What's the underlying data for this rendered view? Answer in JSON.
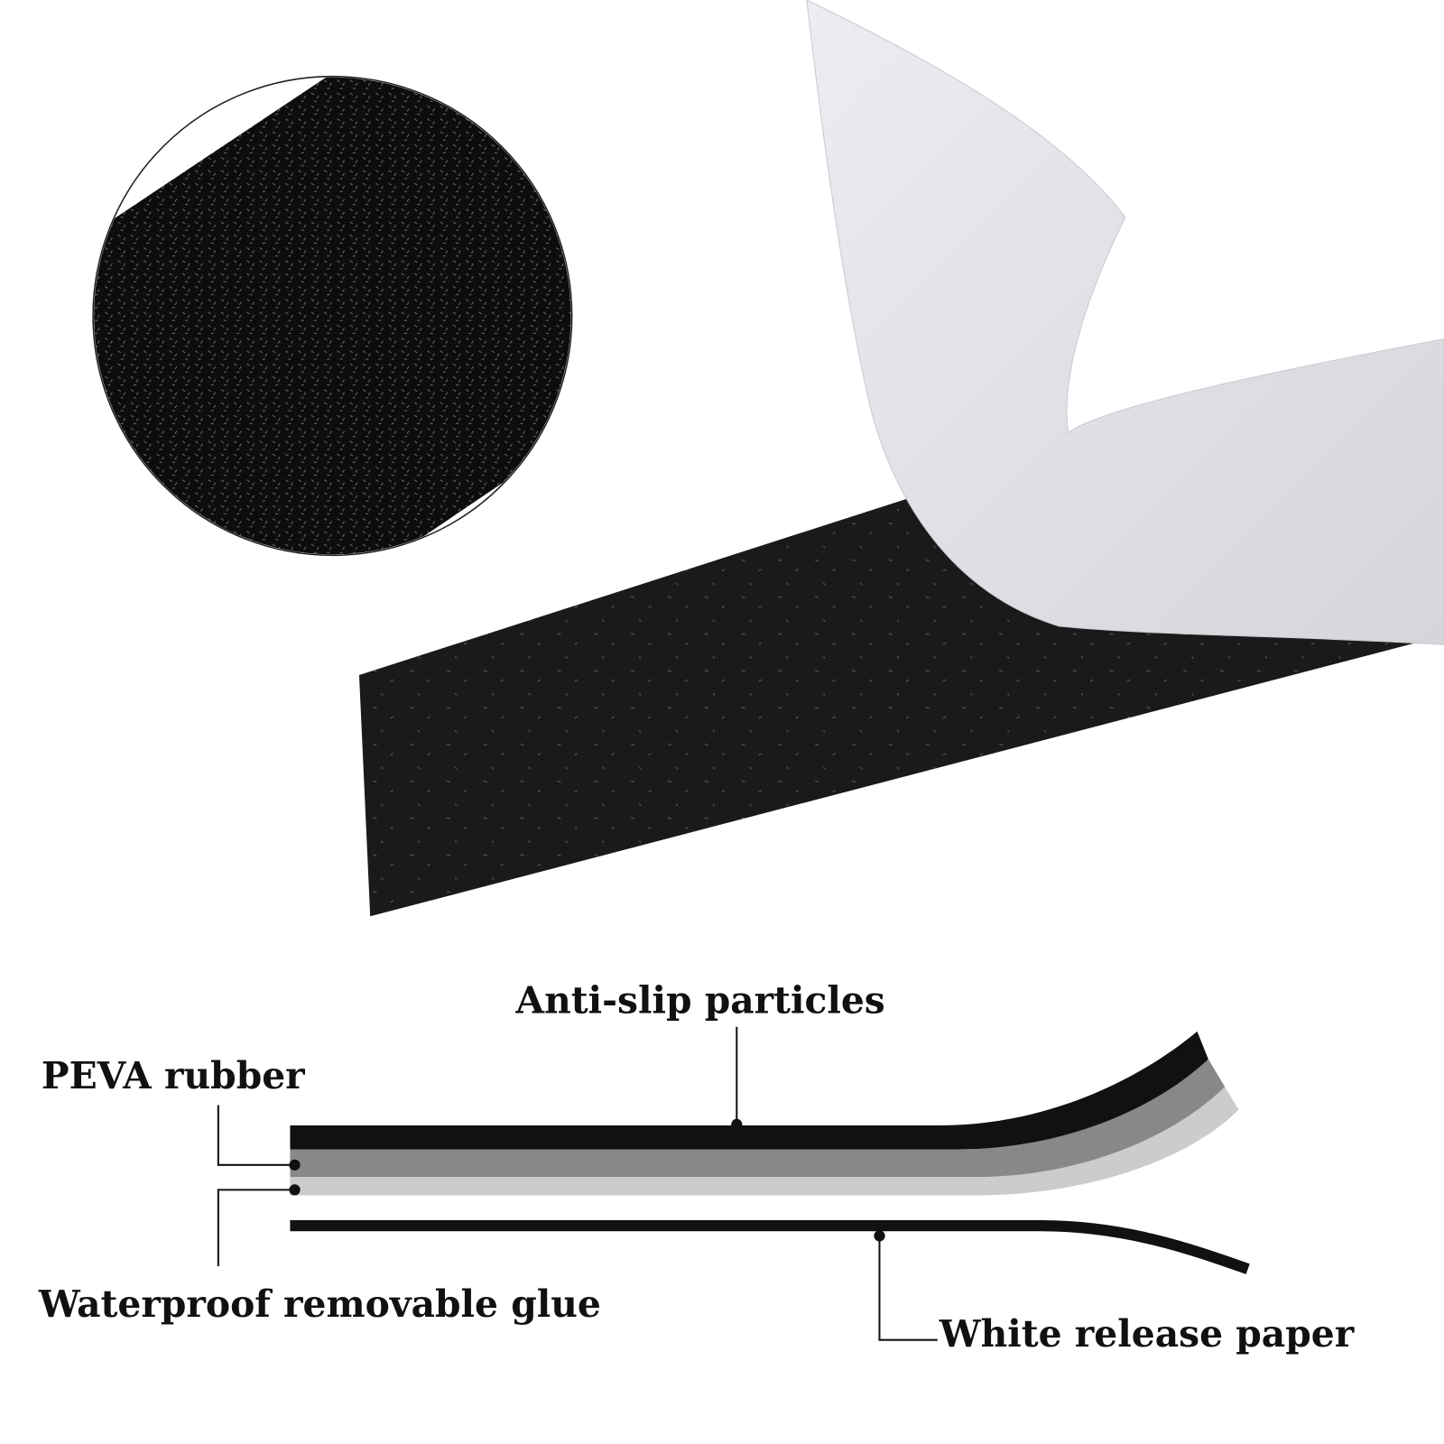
{
  "diagram": {
    "labels": {
      "anti_slip": "Anti-slip particles",
      "peva": "PEVA rubber",
      "glue": "Waterproof removable glue",
      "release_paper": "White release paper"
    },
    "colors": {
      "tape": "#151515",
      "peva_layer": "#888888",
      "glue_layer": "#cccccc",
      "paper": "#f2f2f4"
    }
  }
}
